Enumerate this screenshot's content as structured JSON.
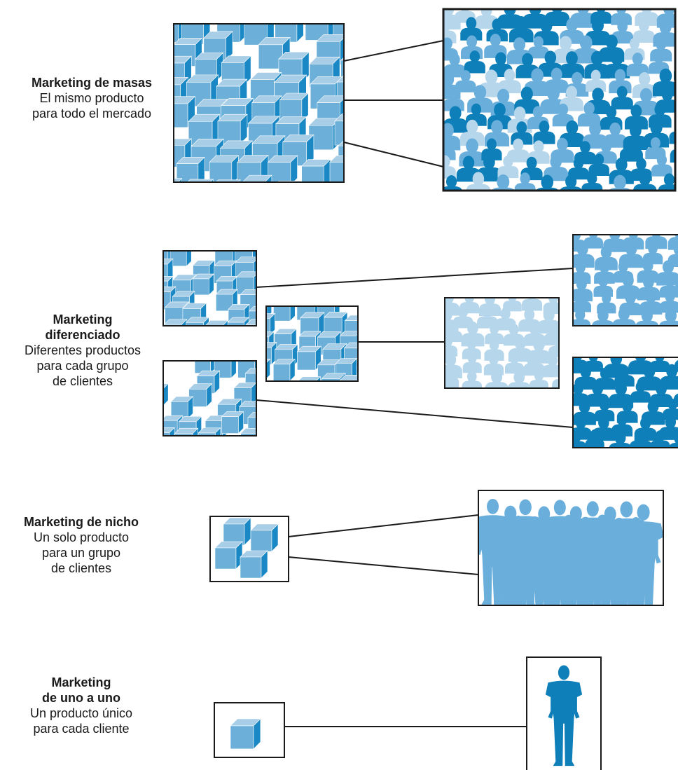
{
  "palette": {
    "box_top": "#a8cde6",
    "box_front": "#6cb0d9",
    "box_side": "#1a88c4",
    "people_dark": "#0e7fb8",
    "people_mid": "#6aaedb",
    "people_light": "#b6d6eb",
    "frame": "#1a1a1a"
  },
  "rows": [
    {
      "title_lines": [
        "Marketing de masas"
      ],
      "desc_lines": [
        "El mismo producto",
        "para todo el mercado"
      ]
    },
    {
      "title_lines": [
        "Marketing",
        "diferenciado"
      ],
      "desc_lines": [
        "Diferentes productos",
        "para cada grupo",
        "de clientes"
      ]
    },
    {
      "title_lines": [
        "Marketing de nicho"
      ],
      "desc_lines": [
        "Un solo producto",
        "para un grupo",
        "de clientes"
      ]
    },
    {
      "title_lines": [
        "Marketing",
        "de uno a uno"
      ],
      "desc_lines": [
        "Un producto único",
        "para cada cliente"
      ]
    }
  ]
}
